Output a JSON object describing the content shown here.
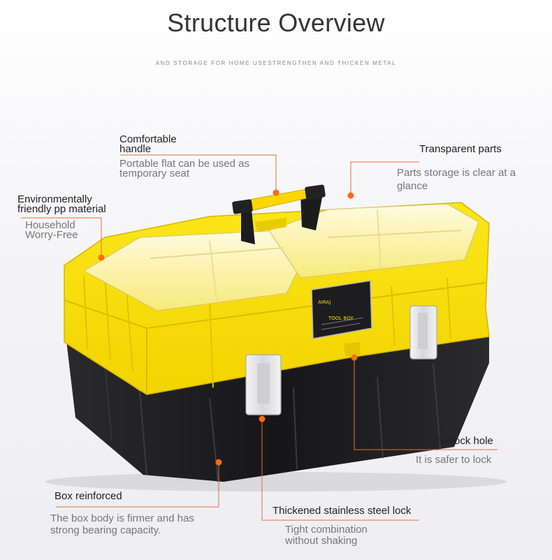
{
  "header": {
    "title": "Structure Overview",
    "subtitle": "AND STORAGE FOR HOME USESTRENGTHEN AND THICKEN METAL"
  },
  "product": {
    "badge_brand": "AIRAJ",
    "badge_text": "TOOL BOX",
    "body_color": "#f7dd00",
    "base_color": "#1b1b1d",
    "accent_color": "#ff6a13"
  },
  "callouts": {
    "handle": {
      "title_line1": "Comfortable",
      "title_line2": "handle",
      "desc_line1": "Portable flat can be used as",
      "desc_line2": "temporary seat"
    },
    "transparent": {
      "title": "Transparent parts",
      "desc_line1": "Parts storage is clear at a",
      "desc_line2": "glance"
    },
    "material": {
      "title_line1": "Environmentally",
      "title_line2": "friendly pp material",
      "desc_line1": "Household",
      "desc_line2": "Worry-Free"
    },
    "padlock": {
      "title": "Padlock hole",
      "desc": "It is safer to lock"
    },
    "reinforced": {
      "title": "Box reinforced",
      "desc_line1": "The box body is firmer and has",
      "desc_line2": "strong bearing capacity."
    },
    "steel_lock": {
      "title": "Thickened stainless steel lock",
      "desc_line1": "Tight combination",
      "desc_line2": "without shaking"
    }
  }
}
